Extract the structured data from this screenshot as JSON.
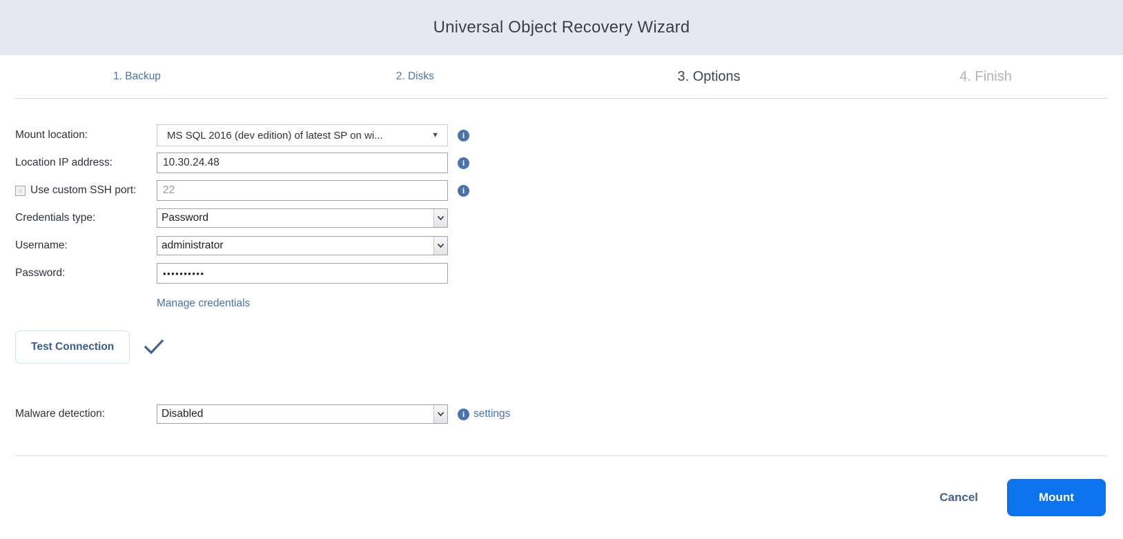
{
  "window": {
    "title": "Universal Object Recovery Wizard"
  },
  "steps": [
    {
      "label": "1. Backup",
      "state": "link"
    },
    {
      "label": "2. Disks",
      "state": "link"
    },
    {
      "label": "3. Options",
      "state": "current"
    },
    {
      "label": "4. Finish",
      "state": "disabled"
    }
  ],
  "form": {
    "mount_location": {
      "label": "Mount location:",
      "value": "MS SQL 2016 (dev edition) of latest SP on wi...",
      "caret_icon": "chevron-down-icon",
      "info_icon": "info-icon"
    },
    "location_ip": {
      "label": "Location IP address:",
      "value": "10.30.24.48",
      "info_icon": "info-icon"
    },
    "ssh_port": {
      "label": "Use custom SSH port:",
      "checked": false,
      "placeholder": "22",
      "value": "22",
      "info_icon": "info-icon"
    },
    "credentials_type": {
      "label": "Credentials type:",
      "value": "Password"
    },
    "username": {
      "label": "Username:",
      "value": "administrator"
    },
    "password": {
      "label": "Password:",
      "value": "••••••••••"
    },
    "manage_credentials_link": "Manage credentials",
    "test_connection_button": "Test Connection",
    "test_connection_status_icon": "checkmark-icon",
    "malware_detection": {
      "label": "Malware detection:",
      "value": "Disabled",
      "info_icon": "info-icon",
      "settings_link": "settings"
    }
  },
  "footer": {
    "cancel_label": "Cancel",
    "mount_label": "Mount"
  },
  "colors": {
    "titlebar_bg": "#e5e8f0",
    "link_blue": "#4a72ad",
    "primary_blue": "#0b74ed",
    "disabled_gray": "#b0b3b8"
  }
}
